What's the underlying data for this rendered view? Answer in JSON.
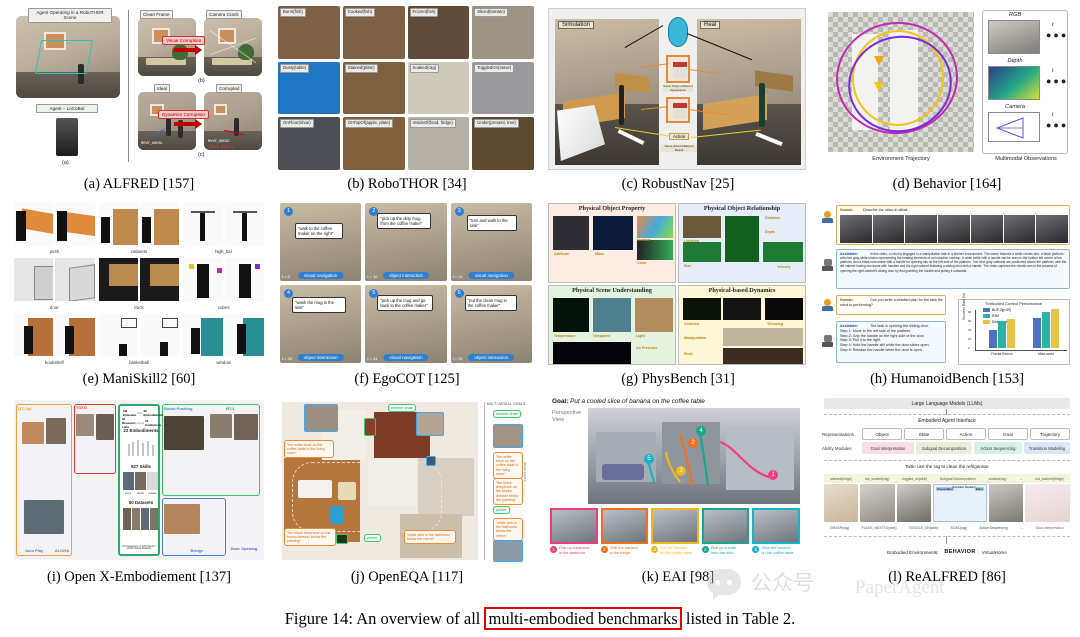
{
  "figure": {
    "caption_prefix": "Figure 14: An overview of all ",
    "caption_highlight": "multi-embodied benchmarks",
    "caption_suffix": " listed in Table 2.",
    "highlight_color": "#e60000"
  },
  "watermark": {
    "chinese": "公众号",
    "english": "PaperAgent",
    "icon": "chat-bubble-icon"
  },
  "panels": [
    {
      "id": "a",
      "caption": "(a) ALFRED [157]",
      "labels": {
        "scene_title": "Agent Operating in a RoboTHOR Scene",
        "agent": "Agent – LoCoBot",
        "sub_a": "(a)",
        "sub_b": "(b)",
        "sub_c": "(c)",
        "clean_frame": "Clean Frame",
        "camera_crack": "Camera Crack",
        "visual_corruption": "Visual Corruption",
        "ideal": "Ideal",
        "corrupted": "Corrupted",
        "dynamics_corruption": "Dynamics Corruption",
        "action_ok": "MOVE_AHEAD",
        "action_bad": "MOVE_AHEAD",
        "action_bad_sub": "(MOVE_RIGHT)"
      }
    },
    {
      "id": "b",
      "caption": "(b) RoboTHOR [34]",
      "tiles": [
        {
          "label": "Burnt(fish)",
          "tone": "#8a6a4a"
        },
        {
          "label": "Cooked(fish)",
          "tone": "#8a6a4a"
        },
        {
          "label": "Frozen(fish)",
          "tone": "#6b5441"
        },
        {
          "label": "Sliced(tomato)",
          "tone": "#9a8d7c"
        },
        {
          "label": "Dusty(table)",
          "tone": "#1d76c9"
        },
        {
          "label": "Stained(plate)",
          "tone": "#8e6a45"
        },
        {
          "label": "Soaked(rag)",
          "tone": "#c9c3b6"
        },
        {
          "label": "ToggledOn(stove)",
          "tone": "#9a9a9a"
        },
        {
          "label": "OnFloor(shoe)",
          "tone": "#57585c"
        },
        {
          "label": "OnTopOf(apple, plate)",
          "tone": "#8b6a46"
        },
        {
          "label": "InsideOf(food, fridge)",
          "tone": "#b9b4ac"
        },
        {
          "label": "Under(present, tree)",
          "tone": "#6d5a3c"
        }
      ]
    },
    {
      "id": "c",
      "caption": "(c) RobustNav [25]",
      "labels": {
        "simulation": "Simulation",
        "real": "Real",
        "action": "Action",
        "same_object": "Same Object Different Appearance",
        "same_action": "Same Action Different Result"
      }
    },
    {
      "id": "d",
      "caption": "(d) Behavior [164]",
      "labels": {
        "env_traj": "Environment Trajectory",
        "multimodal": "Multimodal Observations",
        "rgb": "RGB",
        "depth": "Depth",
        "camera": "Camera",
        "dots": "●●●",
        "t": "t"
      }
    },
    {
      "id": "e",
      "caption": "(e) ManiSkill2 [60]",
      "tasks": [
        "push",
        "cabinets",
        "high_bar",
        "door",
        "truck",
        "cubes",
        "bookshelf",
        "basketball",
        "window"
      ]
    },
    {
      "id": "f",
      "caption": "(f) EgoCOT [125]",
      "steps": [
        {
          "n": "1",
          "text": "\"walk to the coffee maker on the right\"",
          "badge": "visual navigation",
          "time": "t = 0"
        },
        {
          "n": "2",
          "text": "\"pick up the dirty mug from the coffee maker\"",
          "badge": "object interaction",
          "time": "t = 10"
        },
        {
          "n": "3",
          "text": "\"turn and walk to the sink\"",
          "badge": "visual navigation",
          "time": "t = 21"
        },
        {
          "n": "4",
          "text": "\"wash the mug in the sink\"",
          "badge": "object interaction",
          "time": "t = 33"
        },
        {
          "n": "5",
          "text": "\"pick up the mug and go back to the coffee maker\"",
          "badge": "visual navigation",
          "time": "t = 41"
        },
        {
          "n": "6",
          "text": "\"put the clean mug in the coffee maker\"",
          "badge": "object interaction",
          "time": "t = 52"
        }
      ]
    },
    {
      "id": "g",
      "caption": "(g) PhysBench [31]",
      "quadrants": [
        {
          "title": "Physical Object Property",
          "bg": "#fae3d6",
          "subs": [
            "Attribute",
            "Mass",
            "Number",
            "Color"
          ]
        },
        {
          "title": "Physical Object Relationship",
          "bg": "#dbe7f7",
          "subs": [
            "Location",
            "Size",
            "Distance",
            "Depth",
            "Velocity"
          ]
        },
        {
          "title": "Physical Scene Understanding",
          "bg": "#dff0dc",
          "subs": [
            "Temperature",
            "Viewpoint",
            "Light",
            "Air Pressure"
          ]
        },
        {
          "title": "Physical-based Dynamics",
          "bg": "#fdf4cf",
          "subs": [
            "Collision",
            "Throwing",
            "Manipulation",
            "Fluid"
          ]
        }
      ]
    },
    {
      "id": "h",
      "caption": "(h) HumanoidBench [153]",
      "dialog": [
        {
          "role": "Human:",
          "text": "Describe the video in detail."
        },
        {
          "role": "Assistant:",
          "text": "In this video, a robot is engaged in a manipulation task in a kitchen environment. The scene features a white robotic arm, a black platform with four gray-white circles representing the heating elements of an induction cooktop. A white kettle with a handle can be seen in the bottom left corner of the platform, and a black microwave with a handle for opening sits on the left side of the platform. Two blue-gray cabinets are positioned above the platform, with the left cabinet having two doors with handles and the right cabinet featuring a sliding door with a handle. The video captures the robotic arm in the process of opening the right cabinet's sliding door by first grabbing the handle and pulling it outwards."
        },
        {
          "role": "Human:",
          "text": "Can you write a detailed plan for the task the robot is performing?"
        },
        {
          "role": "Assistant:",
          "text": "The task is opening the sliding door.\nStep 1: Move to the left side of the platform.\nStep 2: Grip the handle on the right side of the door.\nStep 3: Pull it to the right.\nStep 4: Hold the handle still while the door slides open.\nStep 5: Release the handle when the door is open."
        }
      ],
      "chart_data": {
        "type": "bar",
        "title": "Embodied Control Performance",
        "xlabel": "",
        "ylabel": "Success Rate (%)",
        "categories": [
          "Franka Kitchen",
          "Meta-world"
        ],
        "ylim": [
          0,
          80
        ],
        "yticks": [
          0,
          20,
          40,
          60,
          80
        ],
        "grid": false,
        "legend_position": "top-left",
        "series": [
          {
            "name": "BLIP-2[p=40]",
            "color": "#4f72c0",
            "values": [
              37,
              60
            ]
          },
          {
            "name": "R3M",
            "color": "#2bb3a3",
            "values": [
              54,
              72
            ]
          },
          {
            "name": "EmbodiedGPT",
            "color": "#e6c445",
            "values": [
              58,
              79
            ]
          }
        ]
      }
    },
    {
      "id": "i",
      "caption": "(i) Open X-Embodiement [137]",
      "stats": [
        {
          "value": "1M Episodes",
          "unit": "from"
        },
        {
          "value": "22 Embodiments"
        },
        {
          "value": "34 Research Labs",
          "unit": "across"
        },
        {
          "value": "21 Institutions"
        }
      ],
      "sections": [
        {
          "title": "22 Embodiments"
        },
        {
          "title": "527 Skills",
          "items": [
            "pour",
            "stack",
            "rotate"
          ]
        },
        {
          "title": "60 Datasets"
        }
      ],
      "footer": "1M Trajectories  •  1,228 Objects  •  22,648 Spatial Relations",
      "dataset_tags": [
        "QT-Opt",
        "TOTO",
        "RT-1",
        "Robot Pushing",
        "Bridge",
        "Jaco Play",
        "ALOHA",
        "Door Opening"
      ]
    },
    {
      "id": "j",
      "caption": "(j) OpenEQA [117]",
      "sidebar_title": "MULTI-MODAL GOALS",
      "object_goals": [
        "recliner chair",
        "printer"
      ],
      "text_goals": [
        "\"the white book on the coffee table in the living room\"",
        "\"the black telephone on the brown dresser below the painting\"",
        "\"white sink in the bathroom below the mirror\""
      ],
      "sidebar_label": "IMAGE GOALS"
    },
    {
      "id": "k",
      "caption": "(k) EAI [98]",
      "goal_prefix": "Goal:",
      "goal": "Put a cooled slice of banana on the coffee table",
      "view_label": "Perspective View",
      "steps": [
        {
          "n": "1",
          "l1": "Pick up a banana",
          "l2": "in the bedroom",
          "color": "#f23d7a"
        },
        {
          "n": "2",
          "l1": "Chill the banana",
          "l2": "in the fridge",
          "color": "#f0701f"
        },
        {
          "n": "3",
          "l1": "Put the banana",
          "l2": "on the coffee table",
          "color": "#f0b81f"
        },
        {
          "n": "4",
          "l1": "Pick up a knife",
          "l2": "from the sink",
          "color": "#19a88f"
        },
        {
          "n": "5",
          "l1": "Slice the banana",
          "l2": "on the coffee table",
          "color": "#17b3c9"
        }
      ]
    },
    {
      "id": "l",
      "caption": "(l) ReALFRED [86]",
      "top_bar": "Large Language Models (LLMs)",
      "interface": "Embodied Agent Interface",
      "rep_label": "Representations",
      "representations": [
        "Object",
        "State",
        "Action",
        "Goal",
        "Trajectory"
      ],
      "mod_label": "Ability Modules",
      "modules": [
        {
          "name": "Goal Interpretation",
          "color": "#f7dfe6"
        },
        {
          "name": "Subgoal Decomposition",
          "color": "#e6f0d8"
        },
        {
          "name": "Action Sequencing",
          "color": "#d8efe9"
        },
        {
          "name": "Transition Modeling",
          "color": "#dbe7f7"
        }
      ],
      "task": "Task: use the rag to clean the refrigerator",
      "row_top": [
        "stained(fridge)",
        "not_soaked(rag)",
        "toggled_on(sink)",
        "Subgoal Decomposition",
        "soaked(rag)",
        "→",
        "not_stained(fridge)"
      ],
      "row_bottom": [
        "GRASP(rag)",
        "PLACE_NEXTTO(sink)",
        "TOGGLE_ON(sink)",
        "SOAK(rag)",
        "Action Sequencing",
        "→",
        "Goal Interpretation"
      ],
      "transition_labels": [
        "Precondition",
        "Transition Modeling",
        "Effect"
      ],
      "bottom_label": "Embodied Environments:",
      "environments": [
        "BEHAVIOR",
        "VirtualHome"
      ]
    }
  ]
}
